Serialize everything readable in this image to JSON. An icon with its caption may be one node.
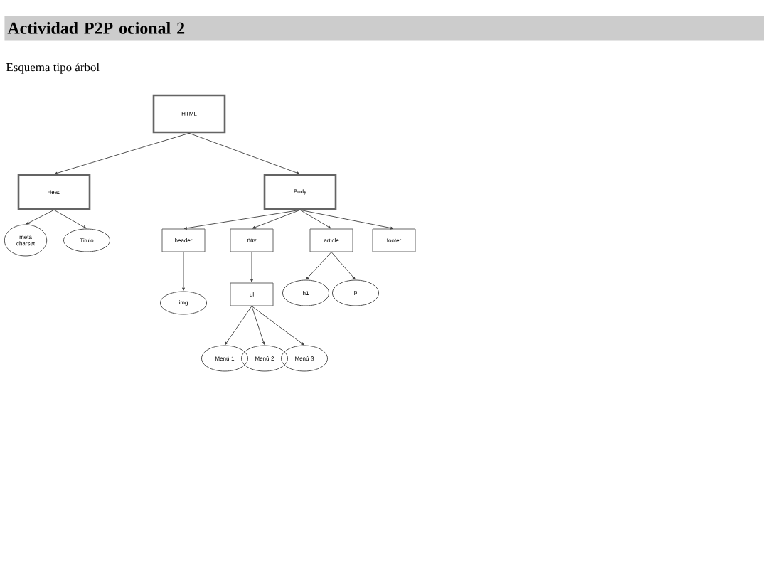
{
  "diagram": {
    "title": "Actividad P2P ocional 2",
    "caption": "Esquema tipo árbol",
    "nodes": [
      {
        "text": [
          "HTML"
        ]
      },
      {
        "text": [
          "Head"
        ]
      },
      {
        "text": [
          "Body"
        ]
      },
      {
        "text": [
          "meta charset"
        ]
      },
      {
        "text": [
          "Titulo"
        ]
      },
      {
        "text": [
          "header"
        ]
      },
      {
        "text": [
          "nav"
        ]
      },
      {
        "text": [
          "article"
        ]
      },
      {
        "text": [
          "footer"
        ]
      },
      {
        "text": [
          "img"
        ]
      },
      {
        "text": [
          "ul"
        ]
      },
      {
        "text": [
          "h1"
        ]
      },
      {
        "text": [
          "p"
        ]
      },
      {
        "text": [
          "Menú 1"
        ]
      },
      {
        "text": [
          "Menú 2"
        ]
      },
      {
        "text": [
          "Menú 3"
        ]
      }
    ],
    "edges": [
      {
        "from": 0,
        "to": 1,
        "arrow": "to"
      },
      {
        "from": 0,
        "to": 2,
        "arrow": "to"
      },
      {
        "from": 1,
        "to": 3,
        "arrow": "to"
      },
      {
        "from": 1,
        "to": 4,
        "arrow": "to"
      },
      {
        "from": 2,
        "to": 5,
        "arrow": "to"
      },
      {
        "from": 2,
        "to": 6,
        "arrow": "to"
      },
      {
        "from": 2,
        "to": 7,
        "arrow": "to"
      },
      {
        "from": 2,
        "to": 8,
        "arrow": "to"
      },
      {
        "from": 5,
        "to": 9,
        "arrow": "to"
      },
      {
        "from": 6,
        "to": 10,
        "arrow": "to"
      },
      {
        "from": 7,
        "to": 11,
        "arrow": "to"
      },
      {
        "from": 7,
        "to": 12,
        "arrow": "to"
      },
      {
        "from": 10,
        "to": 13,
        "arrow": "to"
      },
      {
        "from": 10,
        "to": 14,
        "arrow": "to"
      },
      {
        "from": 10,
        "to": 15,
        "arrow": "to"
      }
    ]
  }
}
